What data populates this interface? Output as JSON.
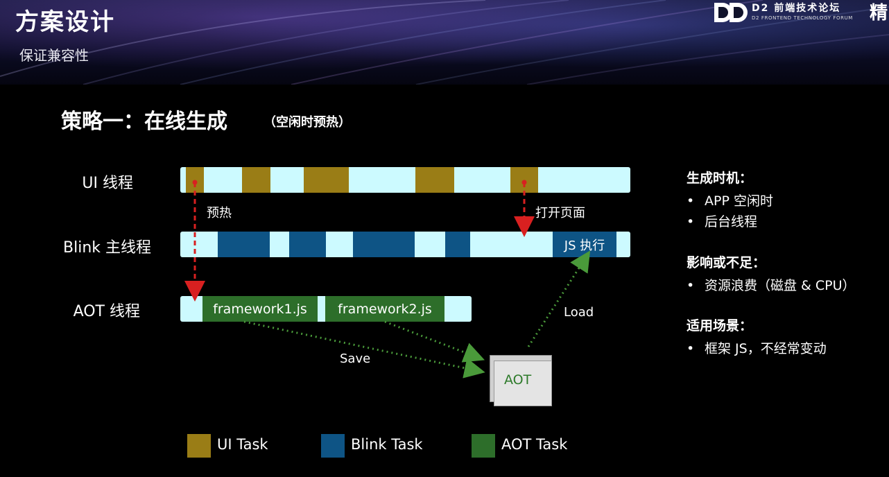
{
  "header": {
    "title": "方案设计",
    "subtitle": "保证兼容性",
    "logo_text": "D2 前端技术论坛",
    "logo_subtext": "D2 FRONTEND TECHNOLOGY FORUM",
    "logo_cut_char": "精"
  },
  "strategy": {
    "title": "策略一：在线生成",
    "note": "（空闲时预热）"
  },
  "lanes": {
    "ui": {
      "label": "UI 线程"
    },
    "blink": {
      "label": "Blink 主线程",
      "js_label": "JS 执行"
    },
    "aot": {
      "label": "AOT 线程",
      "tasks": [
        "framework1.js",
        "framework2.js"
      ]
    }
  },
  "annotations": {
    "preheat": "预热",
    "open_page": "打开页面",
    "save": "Save",
    "load": "Load",
    "aot_file": "AOT"
  },
  "legend": [
    {
      "label": "UI Task",
      "color": "#9a7d16"
    },
    {
      "label": "Blink Task",
      "color": "#0e5485"
    },
    {
      "label": "AOT Task",
      "color": "#2d6e2a"
    }
  ],
  "colors": {
    "lane_background": "#ccfaff",
    "arrow_red": "#d82020",
    "arrow_green": "#4a9a3a"
  },
  "side_notes": [
    {
      "heading": "生成时机：",
      "items": [
        "APP 空闲时",
        "后台线程"
      ]
    },
    {
      "heading": "影响或不足：",
      "items": [
        "资源浪费（磁盘 & CPU）"
      ]
    },
    {
      "heading": "适用场景：",
      "items": [
        "框架 JS，不经常变动"
      ]
    }
  ]
}
